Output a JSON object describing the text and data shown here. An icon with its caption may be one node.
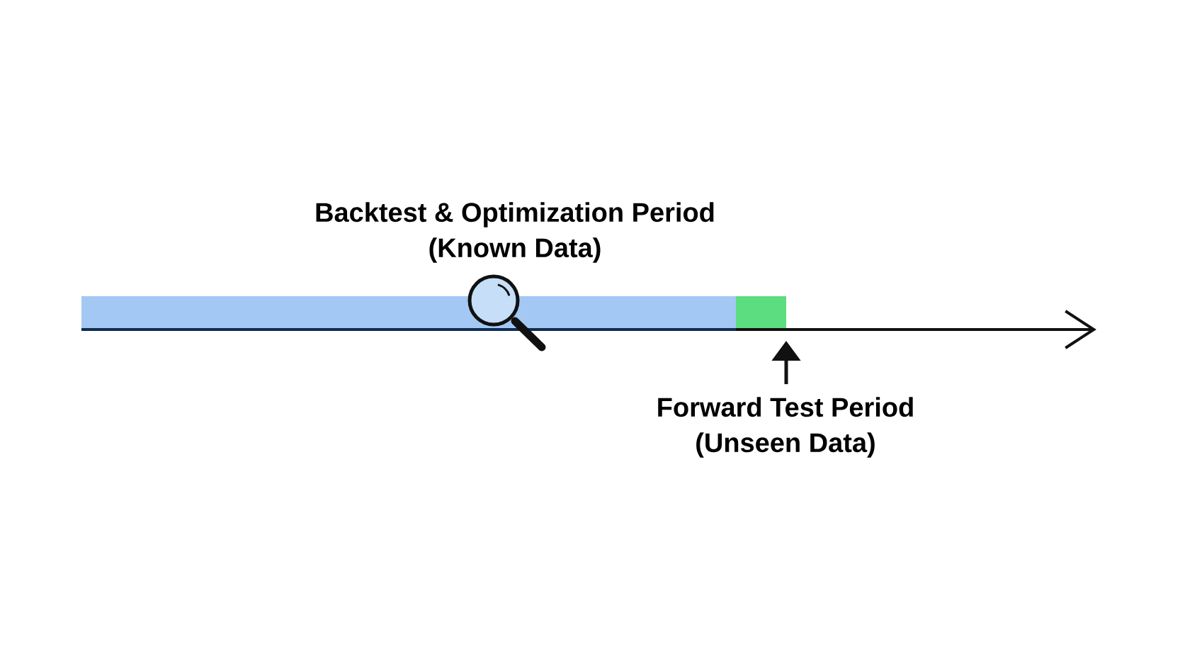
{
  "diagram": {
    "nodes": [
      {
        "text": [
          "Backtest & Optimization Period",
          "(Known Data)"
        ]
      },
      {
        "text": [],
        "shape": "bar"
      },
      {
        "text": [
          "Forward Test Period",
          "(Unseen Data)"
        ]
      }
    ],
    "edges": [
      {
        "from": 2,
        "to": 1,
        "arrow": "to"
      }
    ]
  }
}
